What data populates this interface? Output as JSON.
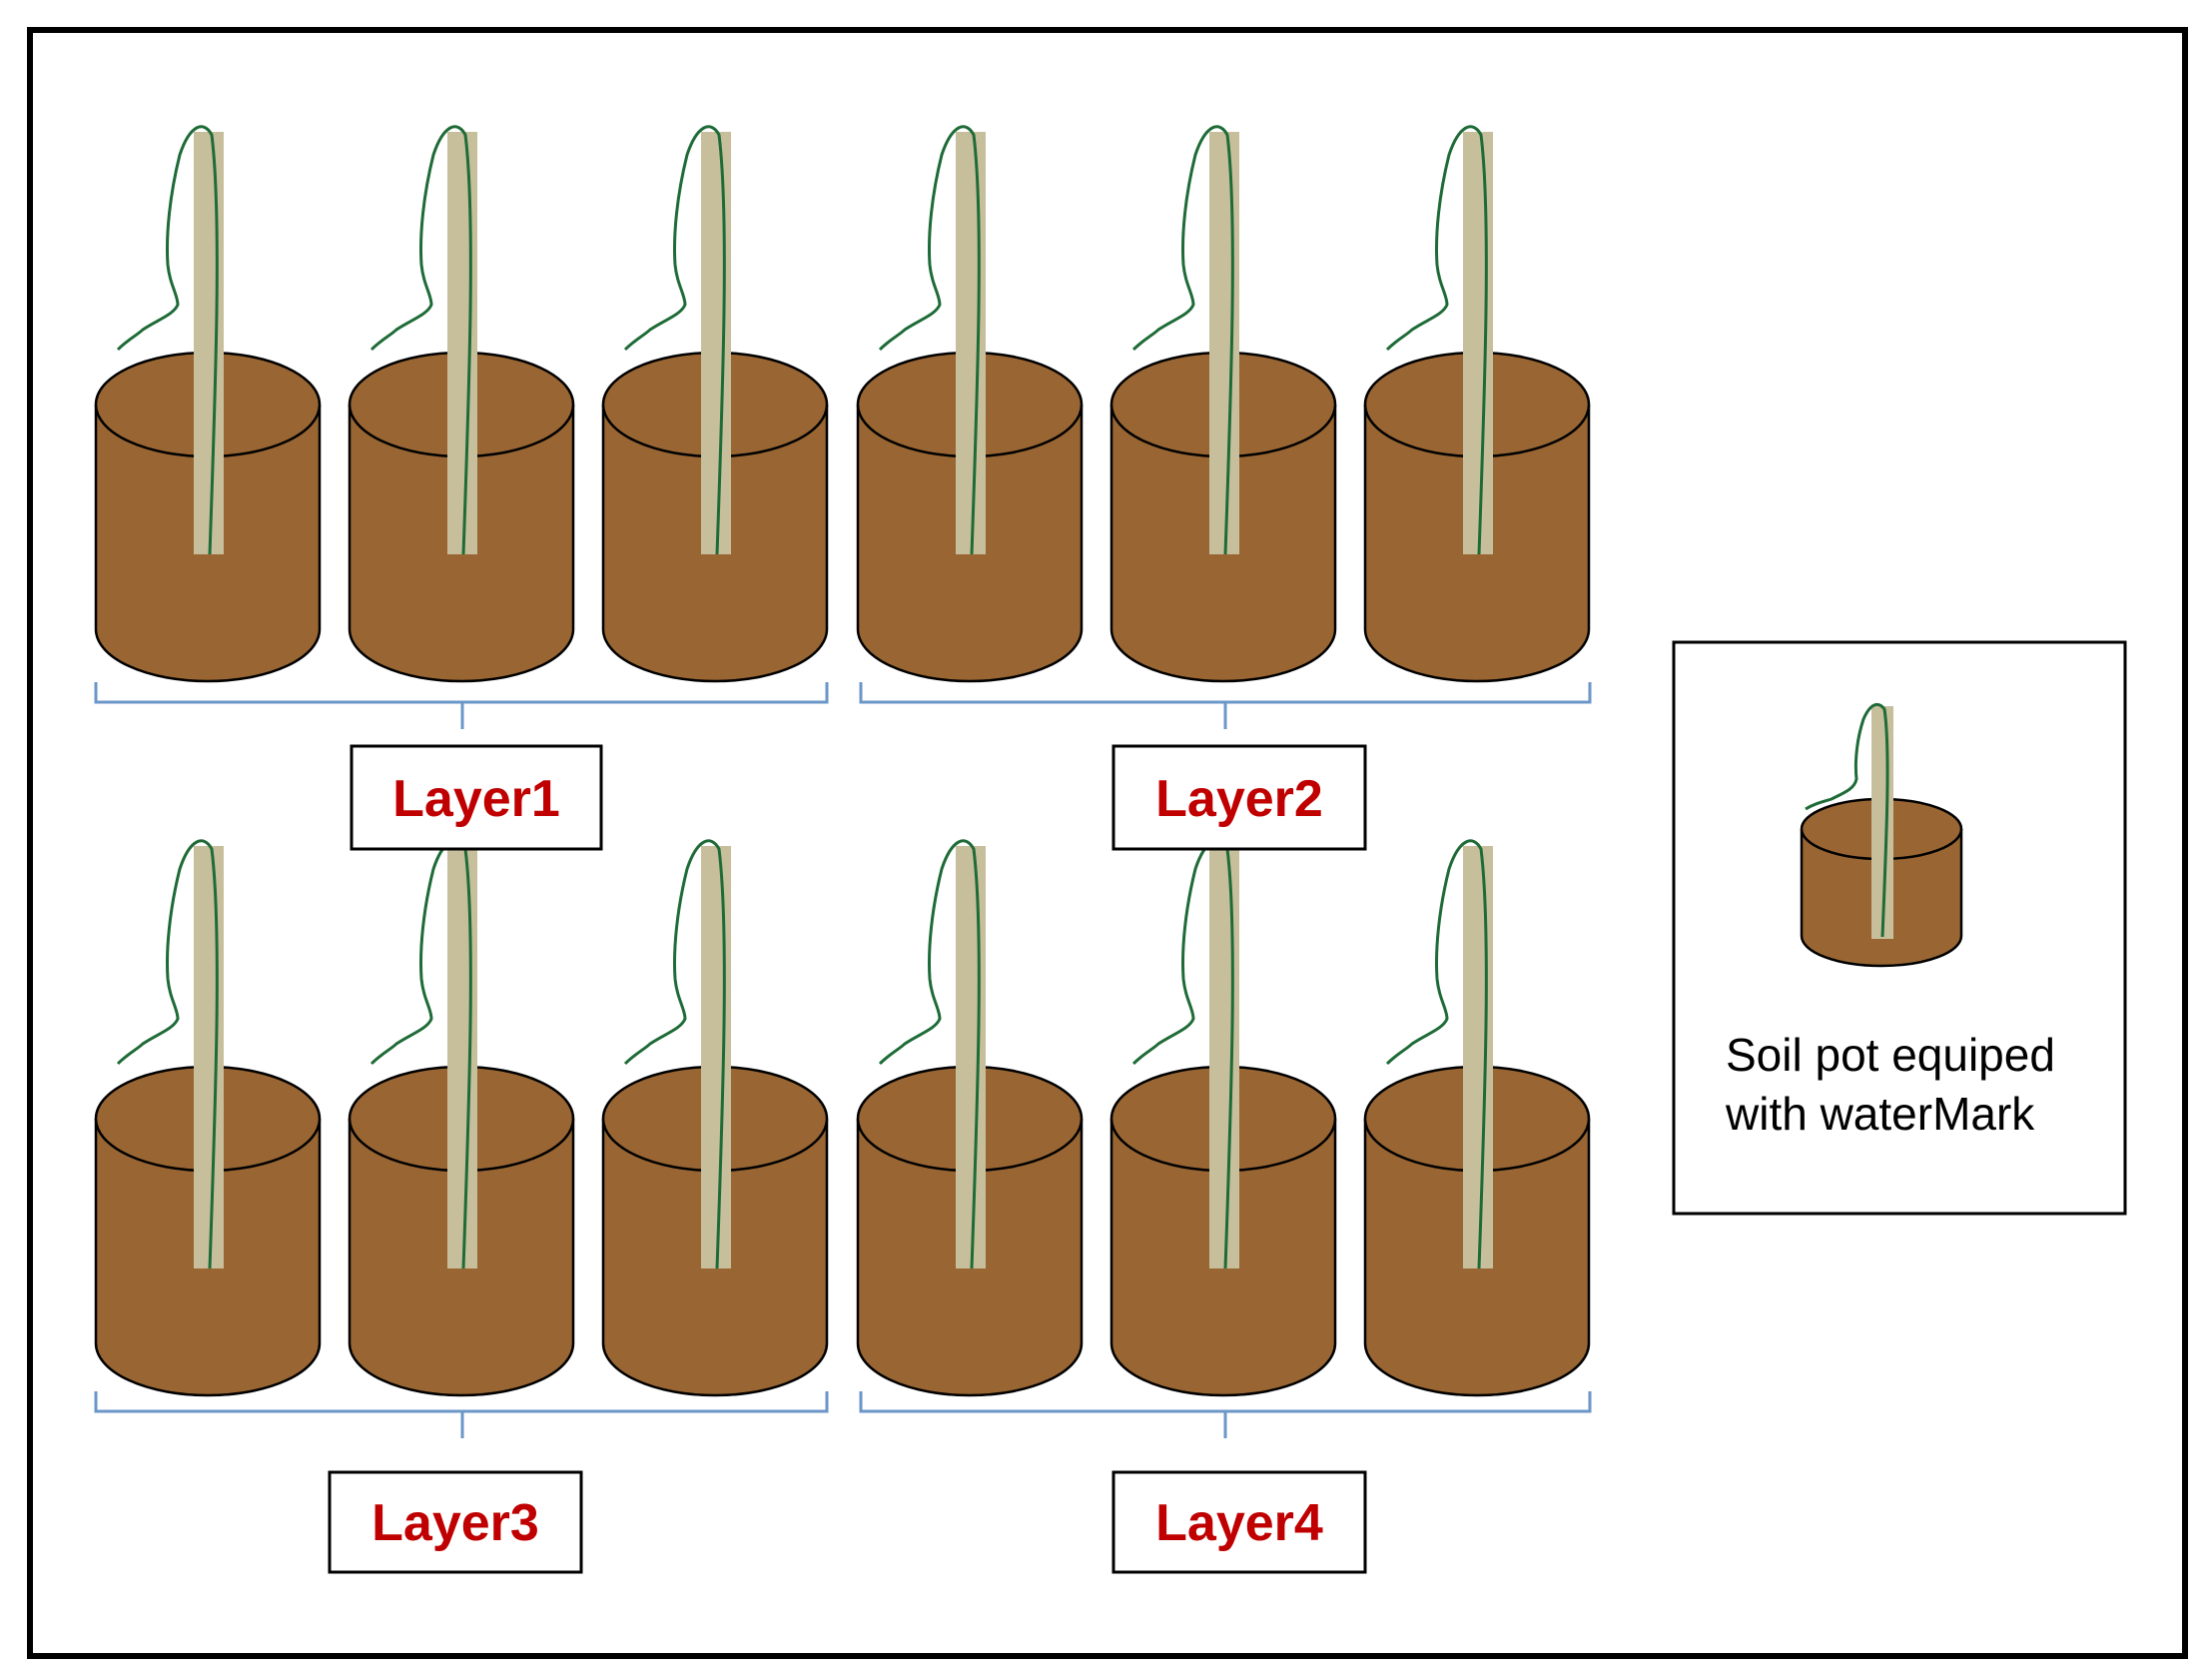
{
  "layers": [
    {
      "label": "Layer1",
      "pot_count": 3
    },
    {
      "label": "Layer2",
      "pot_count": 3
    },
    {
      "label": "Layer3",
      "pot_count": 3
    },
    {
      "label": "Layer4",
      "pot_count": 3
    }
  ],
  "legend": {
    "line1": "Soil pot equiped",
    "line2": "with waterMark"
  },
  "colors": {
    "soil": "#996633",
    "stake": "#c7bf9c",
    "wire": "#1e6b37",
    "bracket": "#6b96c8",
    "label_text": "#c00000",
    "outline": "#000000"
  }
}
